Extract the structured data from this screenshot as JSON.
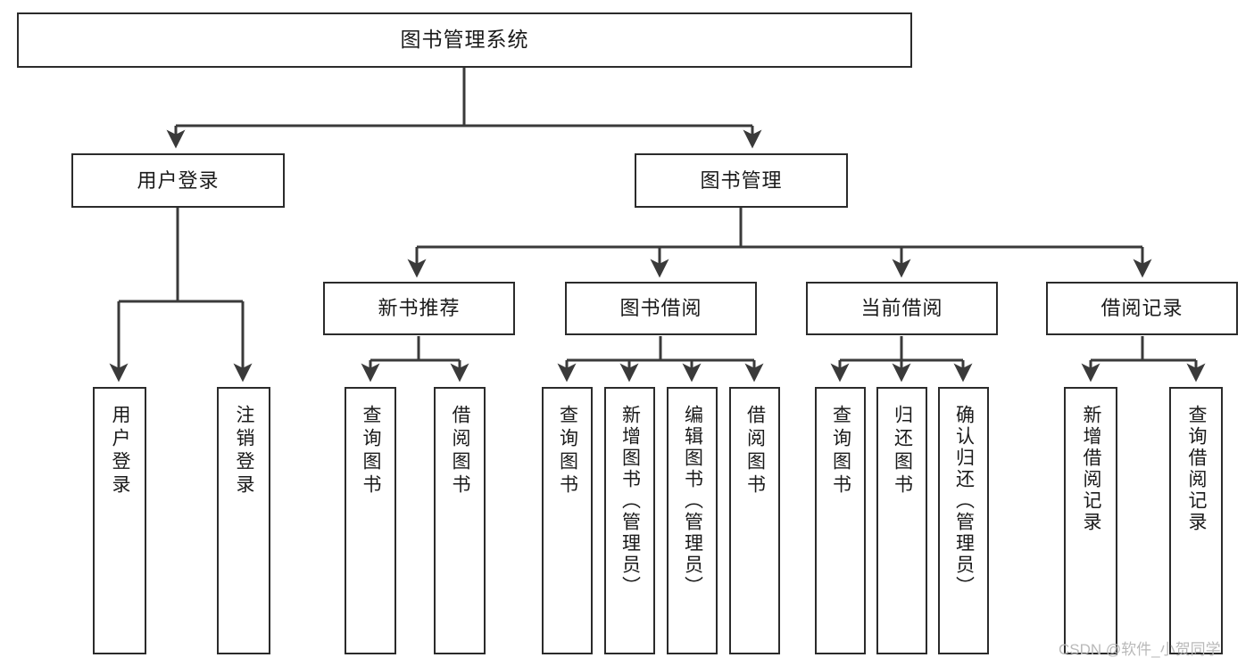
{
  "diagram": {
    "title": "图书管理系统",
    "type": "tree-hierarchy",
    "orientation": "top-down",
    "colors": {
      "box_border": "#2b2b2b",
      "box_fill": "#ffffff",
      "edge": "#3a3a3a",
      "text": "#1a1a1a",
      "watermark": "#b9b9b9",
      "background": "#ffffff"
    },
    "watermark": "CSDN @软件_小贺同学"
  },
  "nodes": {
    "root": {
      "label": "图书管理系统"
    },
    "level2": [
      {
        "id": "user-login",
        "label": "用户登录"
      },
      {
        "id": "book-manage",
        "label": "图书管理"
      }
    ],
    "level3": [
      {
        "id": "new-book-recommend",
        "label": "新书推荐"
      },
      {
        "id": "book-borrow",
        "label": "图书借阅"
      },
      {
        "id": "current-borrow",
        "label": "当前借阅"
      },
      {
        "id": "borrow-record",
        "label": "借阅记录"
      }
    ],
    "leaves": {
      "user_login": [
        {
          "id": "leaf-user-login",
          "label": "用户登录"
        },
        {
          "id": "leaf-user-logout",
          "label": "注销登录"
        }
      ],
      "new_book_recommend": [
        {
          "id": "leaf-query-book-1",
          "label": "查询图书"
        },
        {
          "id": "leaf-borrow-book-1",
          "label": "借阅图书"
        }
      ],
      "book_borrow": [
        {
          "id": "leaf-query-book-2",
          "label": "查询图书"
        },
        {
          "id": "leaf-add-book",
          "label": "新增图书（管理员）"
        },
        {
          "id": "leaf-edit-book",
          "label": "编辑图书（管理员）"
        },
        {
          "id": "leaf-borrow-book-2",
          "label": "借阅图书"
        }
      ],
      "current_borrow": [
        {
          "id": "leaf-query-book-3",
          "label": "查询图书"
        },
        {
          "id": "leaf-return-book",
          "label": "归还图书"
        },
        {
          "id": "leaf-confirm-return",
          "label": "确认归还（管理员）"
        }
      ],
      "borrow_record": [
        {
          "id": "leaf-add-record",
          "label": "新增借阅记录"
        },
        {
          "id": "leaf-query-record",
          "label": "查询借阅记录"
        }
      ]
    }
  }
}
